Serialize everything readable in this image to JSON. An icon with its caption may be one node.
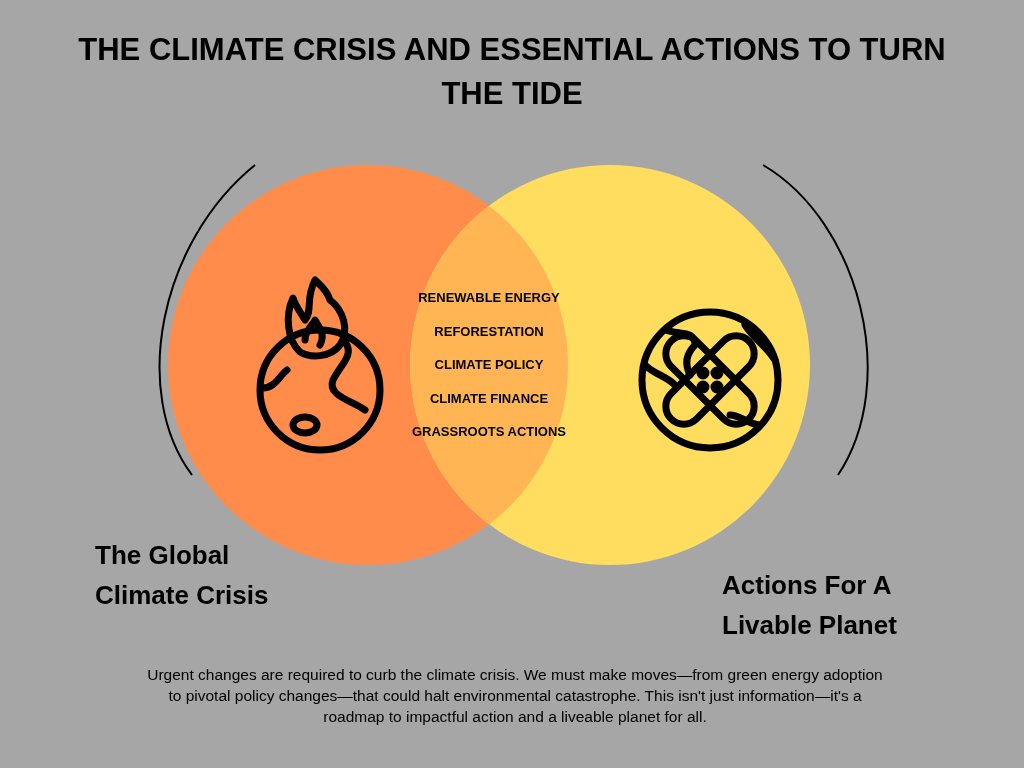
{
  "diagram": {
    "title": "THE CLIMATE CRISIS AND ESSENTIAL ACTIONS TO TURN THE TIDE",
    "nodes": [
      {
        "text": [
          "The Global Climate Crisis"
        ]
      },
      {
        "text": [
          "Actions For A Livable Planet"
        ]
      },
      {
        "text": [
          "RENEWABLE ENERGY",
          "REFORESTATION",
          "CLIMATE POLICY",
          "CLIMATE FINANCE",
          "GRASSROOTS ACTIONS"
        ]
      }
    ],
    "caption": "Urgent changes are required to curb the climate crisis. We must make moves—from green energy adoption to pivotal policy changes—that could halt environmental catastrophe. This isn't just information—it's a roadmap to impactful action and a liveable planet for all."
  }
}
